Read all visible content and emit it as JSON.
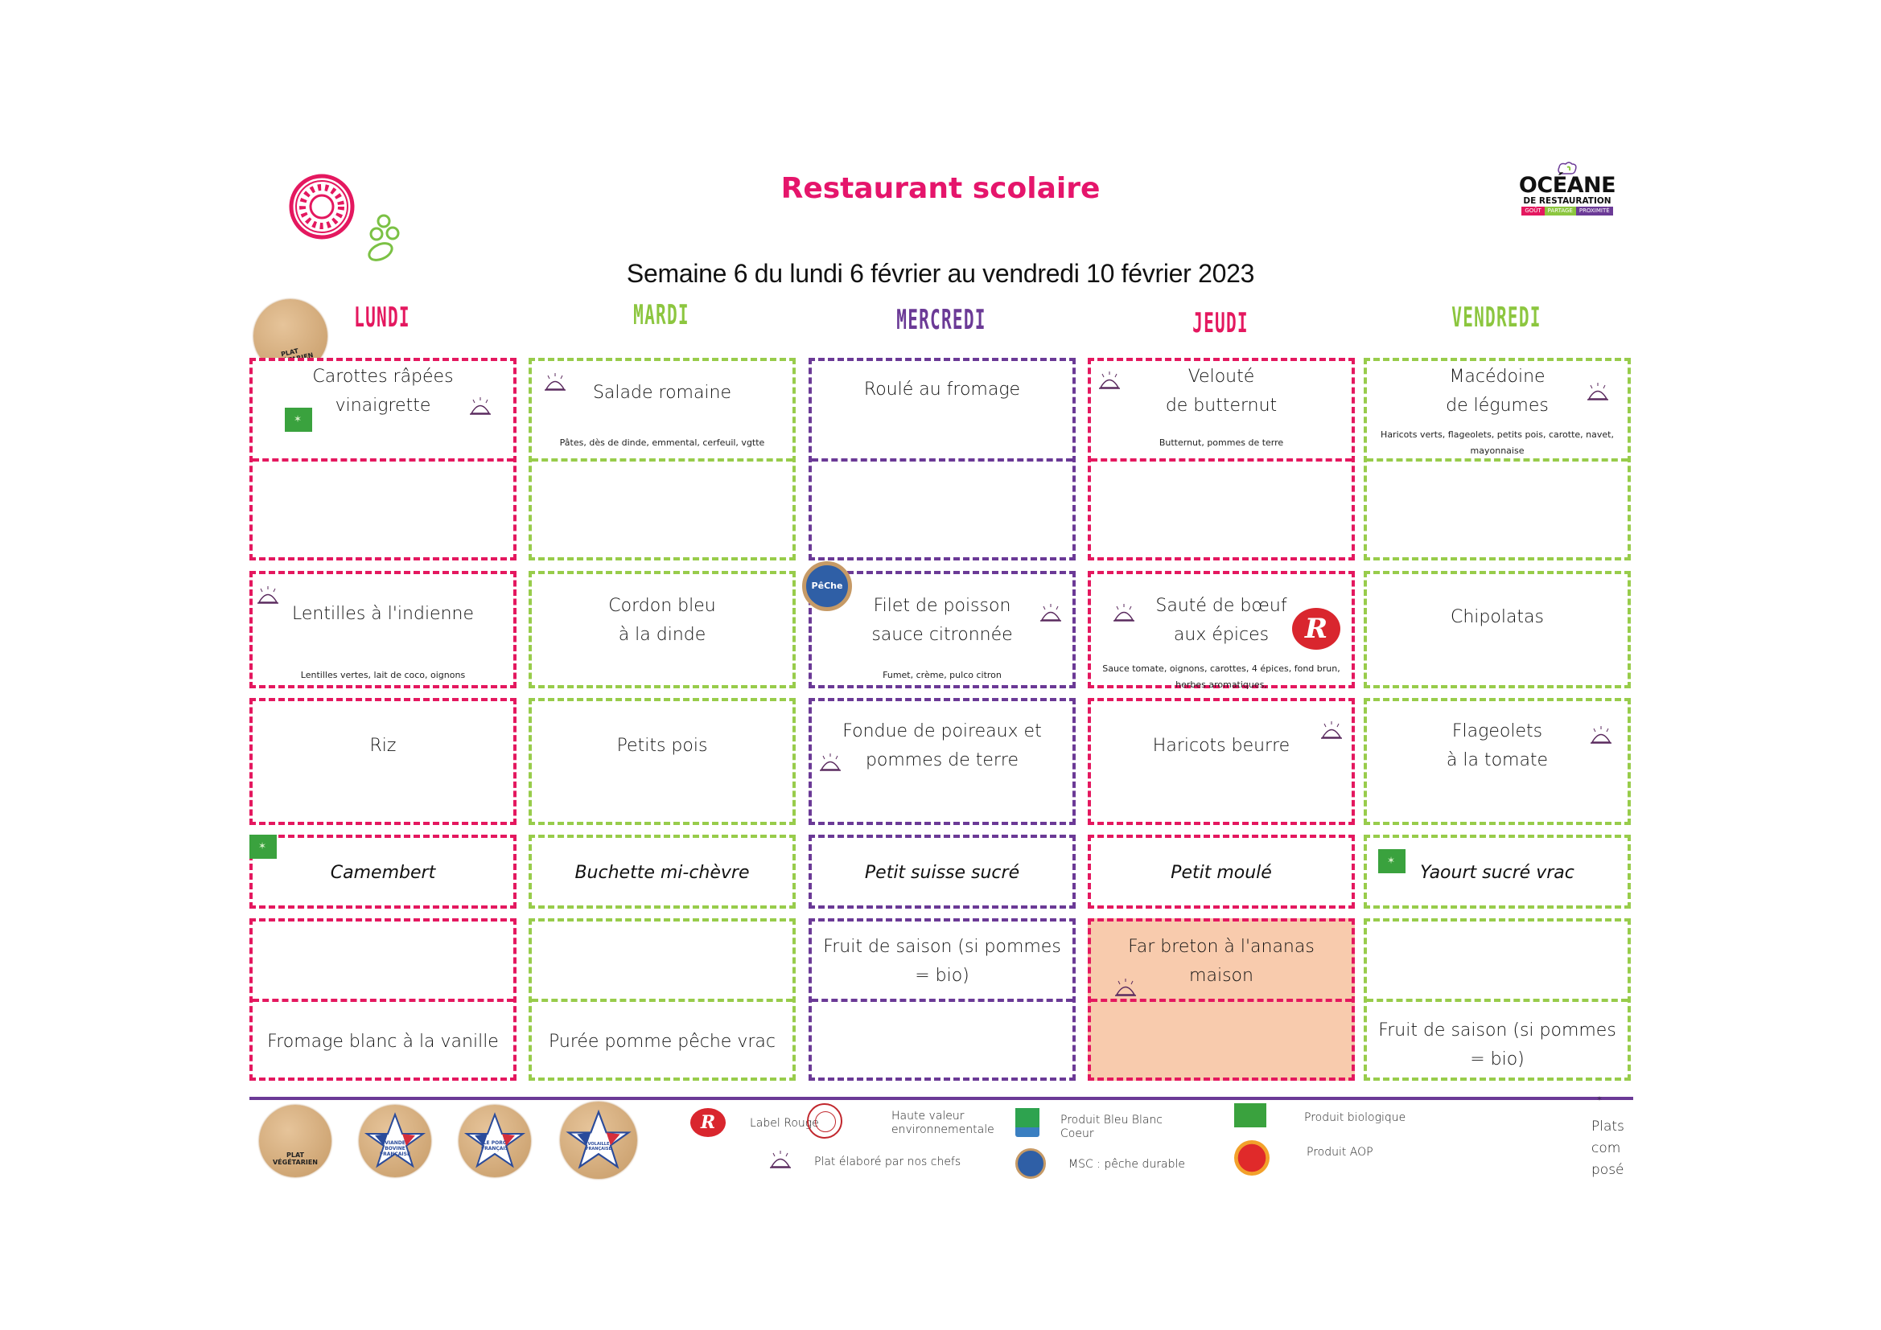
{
  "header": {
    "title": "Restaurant scolaire",
    "week": "Semaine 6 du lundi 6 février au vendredi  10 février 2023",
    "brand": {
      "name": "OCÉANE",
      "sub": "DE RESTAURATION",
      "tags": [
        "GOÛT",
        "PARTAGE",
        "PROXIMITÉ"
      ]
    }
  },
  "colors": {
    "pink": "#e4185f",
    "green": "#98cc4b",
    "purple": "#6b3a96",
    "title": "#e5156b",
    "highlight": "#f8cbad",
    "bio": "#3aa23e"
  },
  "days": [
    {
      "name": "LUNDI",
      "color": "#e4185f",
      "vegetarian_badge": "PLAT VÉGÉTARIEN"
    },
    {
      "name": "MARDI",
      "color": "#8cc63f"
    },
    {
      "name": "MERCREDI",
      "color": "#6b3a96"
    },
    {
      "name": "JEUDI",
      "color": "#e4185f"
    },
    {
      "name": "VENDREDI",
      "color": "#8cc63f"
    }
  ],
  "menu": {
    "entree": [
      {
        "name": "Carottes râpées\nvinaigrette",
        "detail": "",
        "icons": [
          "bio",
          "chef"
        ]
      },
      {
        "name": "Salade romaine",
        "detail": "Pâtes, dès de dinde, emmental, cerfeuil, vgtte",
        "icons": [
          "chef"
        ]
      },
      {
        "name": "Roulé au fromage",
        "detail": "",
        "icons": []
      },
      {
        "name": "Velouté\nde butternut",
        "detail": "Butternut, pommes de terre",
        "icons": [
          "chef"
        ]
      },
      {
        "name": "Macédoine\nde légumes",
        "detail": "Haricots verts, flageolets, petits pois, carotte, navet, mayonnaise",
        "icons": [
          "chef"
        ]
      }
    ],
    "plat": [
      {
        "name": "Lentilles à l'indienne",
        "detail": "Lentilles vertes, lait de coco, oignons",
        "icons": [
          "chef"
        ]
      },
      {
        "name": "Cordon bleu\nà la dinde",
        "detail": "",
        "icons": []
      },
      {
        "name": "Filet de poisson\nsauce citronnée",
        "detail": "Fumet, crème, pulco citron",
        "icons": [
          "msc",
          "chef"
        ],
        "msc_label": "PêChe"
      },
      {
        "name": "Sauté de bœuf\naux épices",
        "detail": "Sauce tomate, oignons, carottes, 4 épices, fond brun, herbes aromatiques,",
        "icons": [
          "chef",
          "label-rouge"
        ]
      },
      {
        "name": "Chipolatas",
        "detail": "",
        "icons": []
      }
    ],
    "accompagnement": [
      {
        "name": "Riz",
        "icons": []
      },
      {
        "name": "Petits pois",
        "icons": []
      },
      {
        "name": "Fondue de poireaux et\npommes de terre",
        "icons": [
          "chef"
        ]
      },
      {
        "name": "Haricots beurre",
        "icons": [
          "chef"
        ]
      },
      {
        "name": "Flageolets\nà la tomate",
        "icons": [
          "chef"
        ]
      }
    ],
    "laitage": [
      {
        "name": "Camembert",
        "icons": [
          "bio"
        ]
      },
      {
        "name": "Buchette mi-chèvre",
        "icons": []
      },
      {
        "name": "Petit suisse sucré",
        "icons": []
      },
      {
        "name": "Petit moulé",
        "icons": []
      },
      {
        "name": "Yaourt sucré vrac",
        "icons": [
          "bio"
        ]
      }
    ],
    "dessert_top": [
      {
        "name": ""
      },
      {
        "name": ""
      },
      {
        "name": "Fruit de saison (si pommes\n= bio)"
      },
      {
        "name": "Far breton à l'ananas\nmaison",
        "icons": [
          "chef"
        ],
        "highlight": true
      },
      {
        "name": ""
      }
    ],
    "dessert_bottom": [
      {
        "name": "Fromage blanc à la vanille"
      },
      {
        "name": "Purée pomme pêche vrac"
      },
      {
        "name": ""
      },
      {
        "name": "",
        "highlight": true
      },
      {
        "name": "Fruit de saison (si pommes\n= bio)"
      }
    ]
  },
  "legend": {
    "badges": [
      "PLAT VÉGÉTARIEN",
      "VIANDE BOVINE FRANÇAISE",
      "LE PORC FRANÇAIS",
      "VOLAILLE FRANÇAISE"
    ],
    "items": [
      {
        "icon": "label-rouge",
        "text": "Label Rouge"
      },
      {
        "icon": "hve",
        "text": "Haute valeur\nenvironnementale"
      },
      {
        "icon": "bleu-blanc-coeur",
        "text": "Produit Bleu Blanc\nCoeur"
      },
      {
        "icon": "bio",
        "text": "Produit biologique"
      },
      {
        "icon": "chef",
        "text": "Plat élaboré par nos chefs"
      },
      {
        "icon": "msc",
        "text": "MSC : pêche durable"
      },
      {
        "icon": "aop",
        "text": "Produit AOP"
      }
    ],
    "note_star": "*",
    "note": "Plats\ncom\nposé"
  }
}
